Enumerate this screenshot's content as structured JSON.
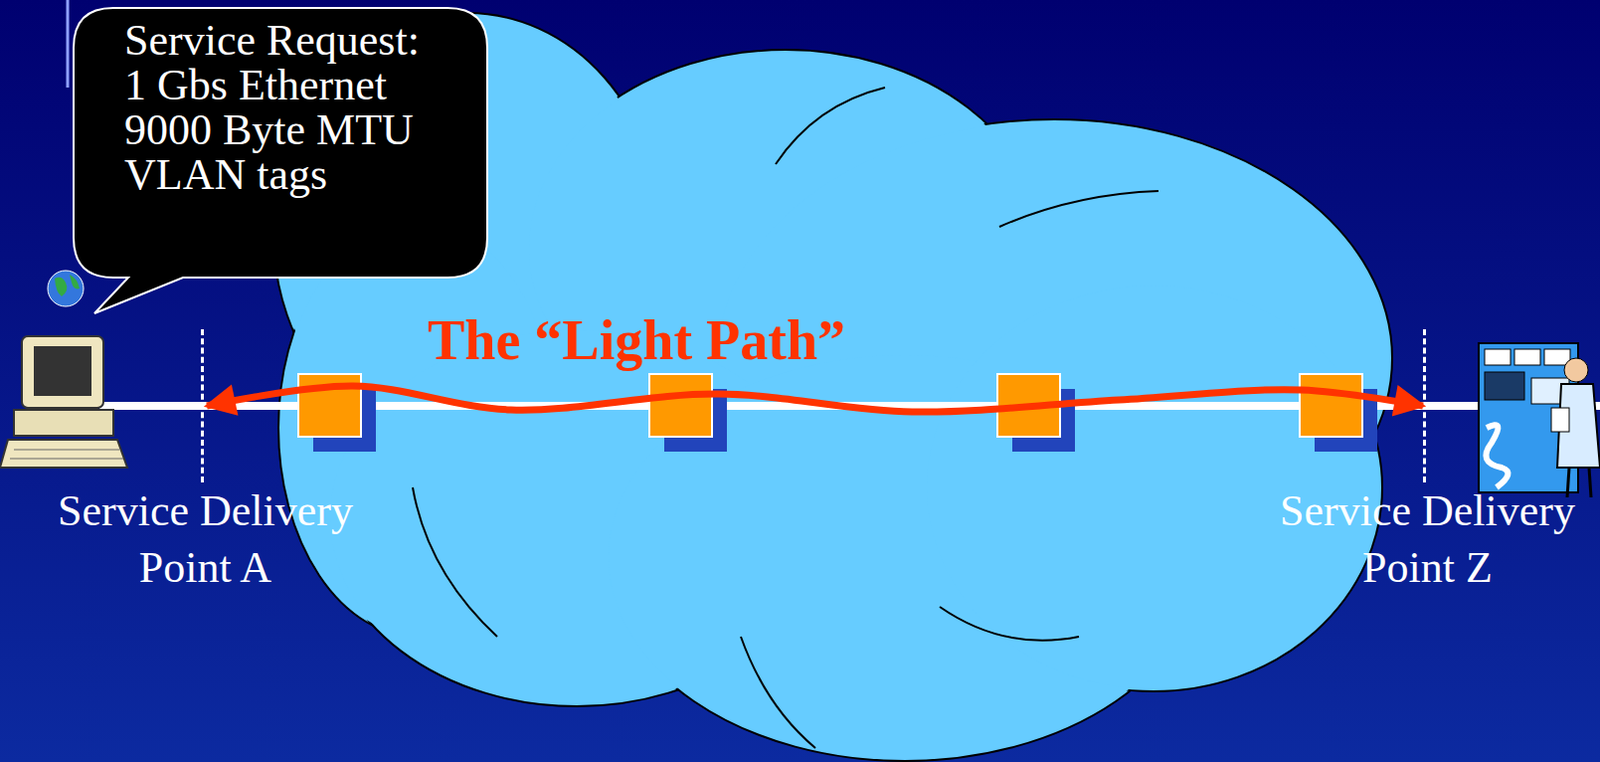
{
  "diagram": {
    "nodes": [
      {
        "text": [
          "Service Request:",
          "1 Gbs Ethernet",
          "9000 Byte MTU",
          "VLAN tags"
        ]
      },
      {
        "text": [
          "Service Delivery Point A"
        ]
      },
      {
        "text": [
          "Service Delivery Point Z"
        ]
      }
    ],
    "edges": [
      {
        "from": 1,
        "to": 2,
        "arrow": "both",
        "label": "The “Light Path”"
      }
    ]
  }
}
